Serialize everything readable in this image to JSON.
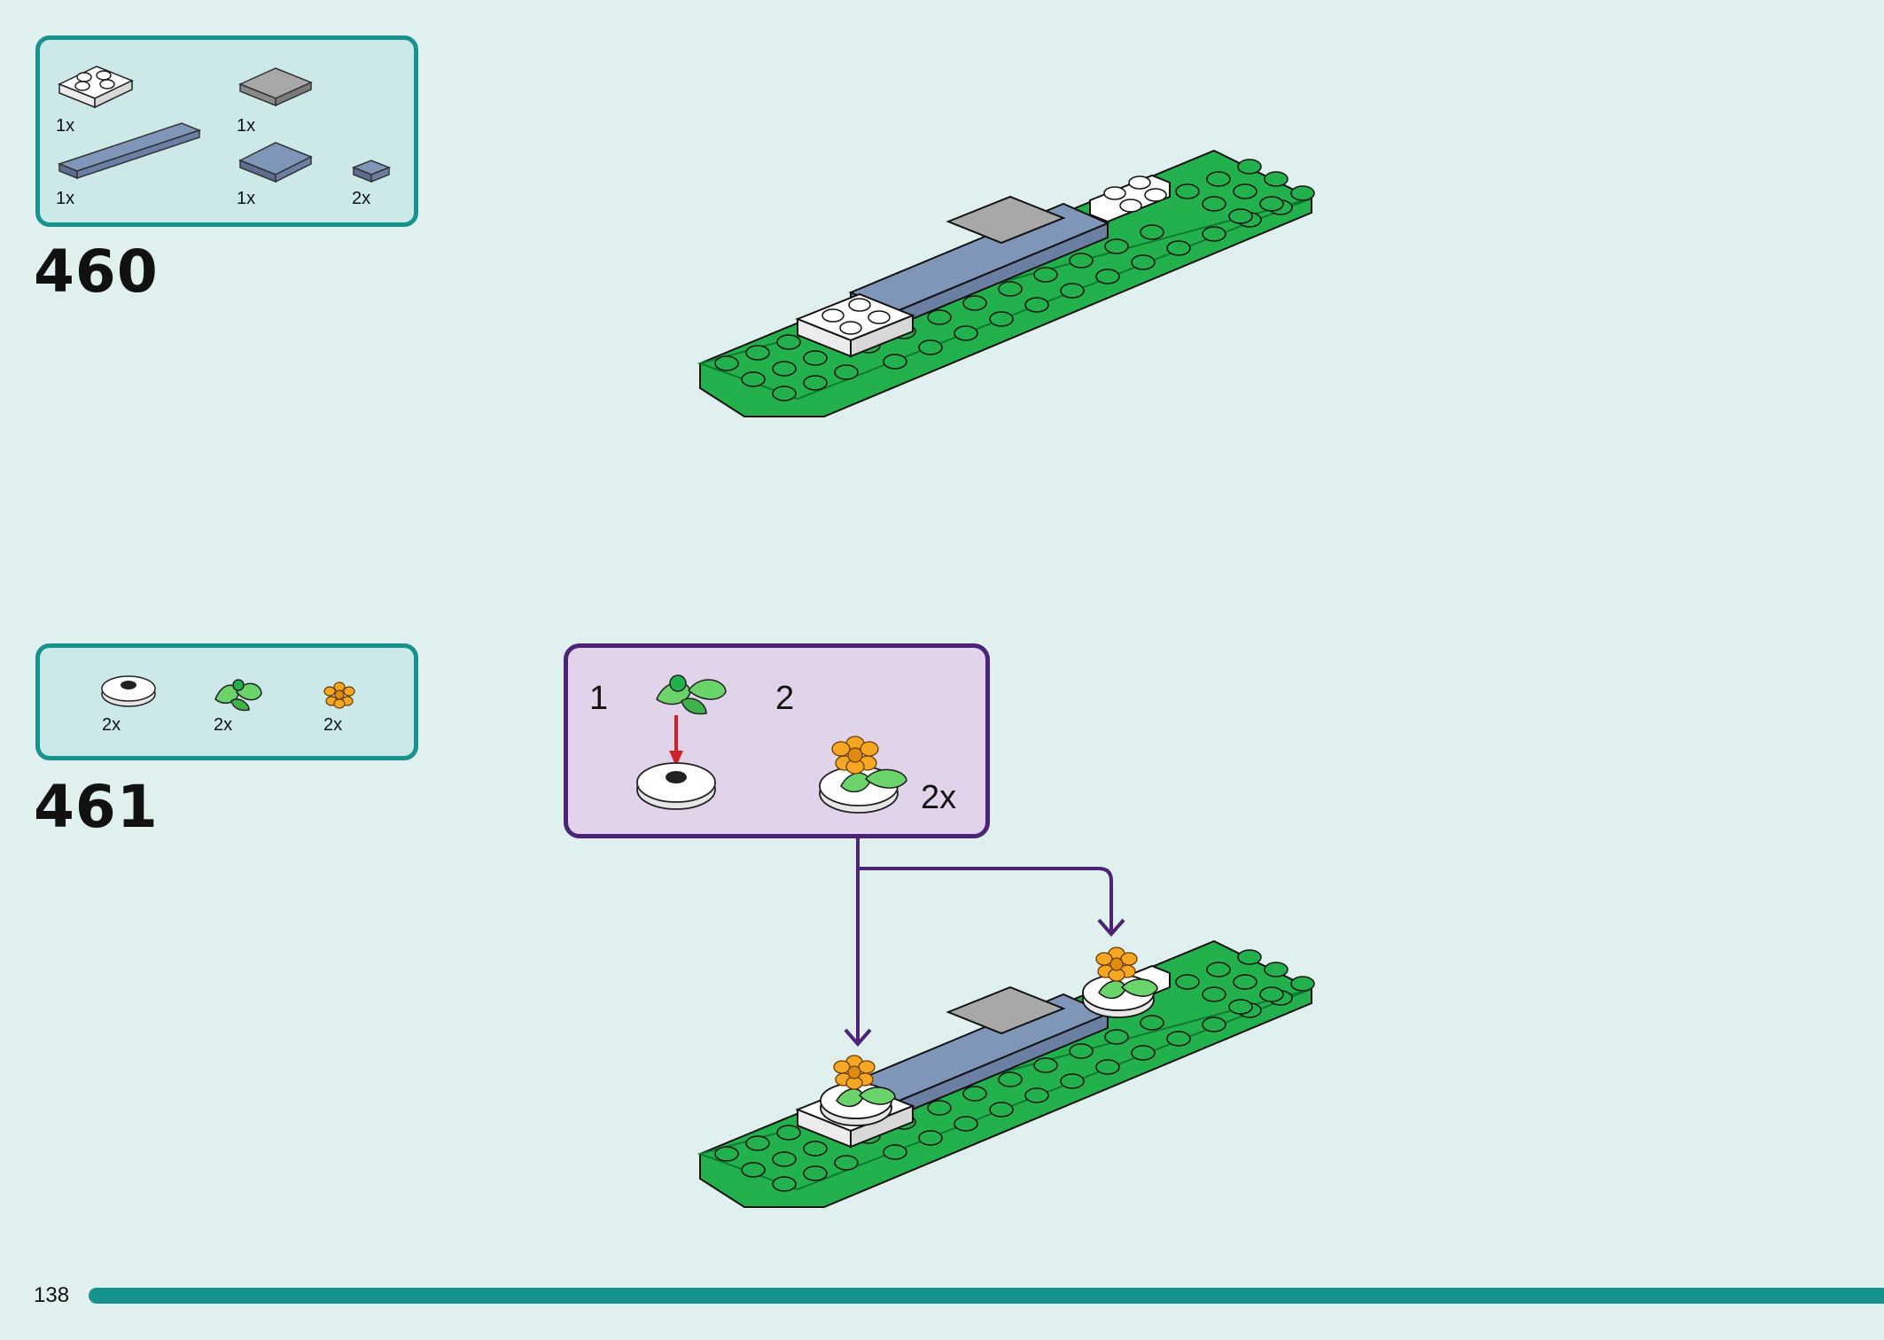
{
  "steps": [
    {
      "number": "460",
      "parts": [
        {
          "icon": "white-2x2-plate-icon",
          "qty": "1x"
        },
        {
          "icon": "gray-tile-icon",
          "qty": "1x"
        },
        {
          "icon": "blue-long-tile-icon",
          "qty": "1x"
        },
        {
          "icon": "blue-square-tile-icon",
          "qty": "1x"
        },
        {
          "icon": "blue-small-tile-icon",
          "qty": "2x"
        }
      ]
    },
    {
      "number": "461",
      "parts": [
        {
          "icon": "white-round-plate-icon",
          "qty": "2x"
        },
        {
          "icon": "green-leaves-icon",
          "qty": "2x"
        },
        {
          "icon": "orange-flower-icon",
          "qty": "2x"
        }
      ],
      "substeps": [
        {
          "label": "1"
        },
        {
          "label": "2"
        }
      ],
      "substep_multiplier": "2x"
    }
  ],
  "page_number": "138",
  "colors": {
    "background": "#dff0ee",
    "parts_border": "#16938d",
    "substep_border": "#4b2478",
    "substep_fill": "#e1d3ea",
    "plate_green": "#22b14c",
    "tile_blue": "#8096b8",
    "tile_gray": "#a8a8a8",
    "flower_orange": "#f5a623",
    "arrow_red": "#d0202a"
  }
}
